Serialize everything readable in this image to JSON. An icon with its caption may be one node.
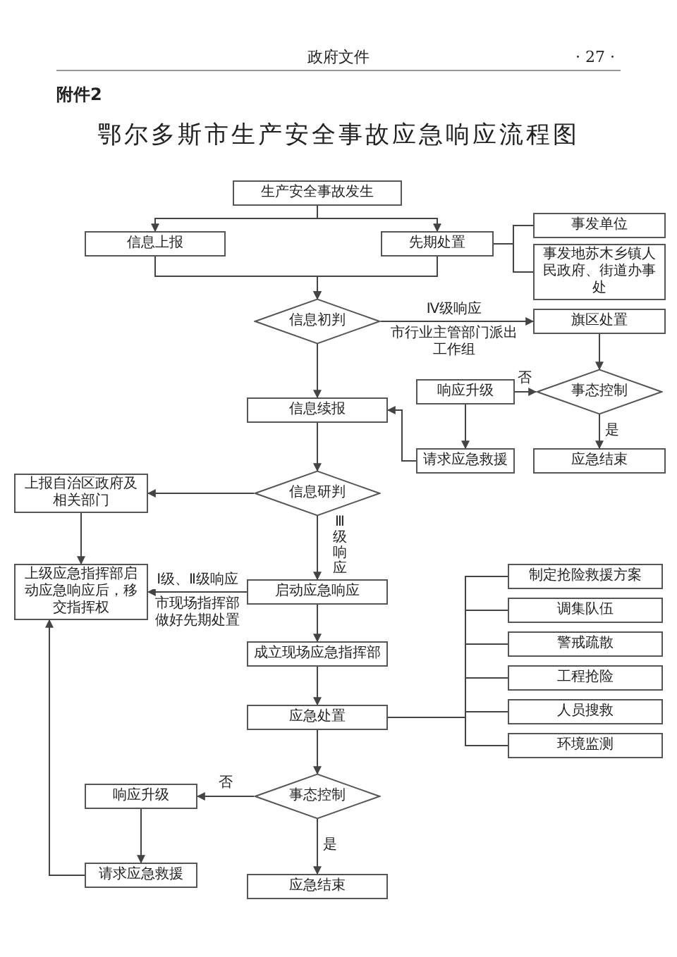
{
  "diagram": {
    "title": "鄂尔多斯市生产安全事故应急响应流程图",
    "nodes": [
      {
        "text": [
          "生产安全事故发生"
        ]
      },
      {
        "text": [
          "信息上报"
        ]
      },
      {
        "text": [
          "先期处置"
        ]
      },
      {
        "text": [
          "事发单位"
        ]
      },
      {
        "text": [
          "事发地苏木乡镇人民政府、街道办事处"
        ]
      },
      {
        "text": [
          "信息初判"
        ]
      },
      {
        "text": [
          "旗区处置"
        ]
      },
      {
        "text": [
          "响应升级"
        ]
      },
      {
        "text": [
          "事态控制"
        ]
      },
      {
        "text": [
          "信息续报"
        ]
      },
      {
        "text": [
          "请求应急救援"
        ]
      },
      {
        "text": [
          "应急结束"
        ]
      },
      {
        "text": [
          "上报自治区政府及相关部门"
        ]
      },
      {
        "text": [
          "信息研判"
        ]
      },
      {
        "text": [
          "上级应急指挥部启动应急响应后，移交指挥权"
        ]
      },
      {
        "text": [
          "启动应急响应"
        ]
      },
      {
        "text": [
          "成立现场应急指挥部"
        ]
      },
      {
        "text": [
          "制定抢险救援方案"
        ]
      },
      {
        "text": [
          "调集队伍"
        ]
      },
      {
        "text": [
          "警戒疏散"
        ]
      },
      {
        "text": [
          "工程抢险"
        ]
      },
      {
        "text": [
          "人员搜救"
        ]
      },
      {
        "text": [
          "环境监测"
        ]
      },
      {
        "text": [
          "应急处置"
        ]
      },
      {
        "text": [
          "事态控制"
        ]
      },
      {
        "text": [
          "响应升级"
        ]
      },
      {
        "text": [
          "请求应急救援"
        ]
      },
      {
        "text": [
          "应急结束"
        ]
      }
    ],
    "edges": [
      {
        "from": 0,
        "to": 1,
        "arrow": "to"
      },
      {
        "from": 0,
        "to": 2,
        "arrow": "to"
      },
      {
        "from": 2,
        "to": 3,
        "arrow": "none"
      },
      {
        "from": 2,
        "to": 4,
        "arrow": "none"
      },
      {
        "from": 1,
        "to": 5,
        "arrow": "to"
      },
      {
        "from": 2,
        "to": 5,
        "arrow": "to"
      },
      {
        "from": 5,
        "to": 6,
        "arrow": "to",
        "label": "Ⅳ级响应"
      },
      {
        "from": 6,
        "to": 8,
        "arrow": "to"
      },
      {
        "from": 7,
        "to": 8,
        "arrow": "to",
        "label": "否"
      },
      {
        "from": 8,
        "to": 11,
        "arrow": "to",
        "label": "是"
      },
      {
        "from": 7,
        "to": 10,
        "arrow": "to"
      },
      {
        "from": 10,
        "to": 9,
        "arrow": "to"
      },
      {
        "from": 5,
        "to": 9,
        "arrow": "to"
      },
      {
        "from": 9,
        "to": 13,
        "arrow": "to"
      },
      {
        "from": 13,
        "to": 12,
        "arrow": "to"
      },
      {
        "from": 13,
        "to": 15,
        "arrow": "to",
        "label": "Ⅲ级响应"
      },
      {
        "from": 12,
        "to": 14,
        "arrow": "to"
      },
      {
        "from": 15,
        "to": 14,
        "arrow": "to",
        "label": "Ⅰ级、Ⅱ级响应"
      },
      {
        "from": 15,
        "to": 16,
        "arrow": "to"
      },
      {
        "from": 16,
        "to": 23,
        "arrow": "to"
      },
      {
        "from": 23,
        "to": 17,
        "arrow": "none"
      },
      {
        "from": 23,
        "to": 18,
        "arrow": "none"
      },
      {
        "from": 23,
        "to": 19,
        "arrow": "none"
      },
      {
        "from": 23,
        "to": 20,
        "arrow": "none"
      },
      {
        "from": 23,
        "to": 21,
        "arrow": "none"
      },
      {
        "from": 23,
        "to": 22,
        "arrow": "none"
      },
      {
        "from": 23,
        "to": 24,
        "arrow": "to"
      },
      {
        "from": 24,
        "to": 25,
        "arrow": "to",
        "label": "否"
      },
      {
        "from": 24,
        "to": 27,
        "arrow": "to",
        "label": "是"
      },
      {
        "from": 25,
        "to": 26,
        "arrow": "to"
      },
      {
        "from": 26,
        "to": 14,
        "arrow": "to"
      }
    ],
    "labels": [
      "政府文件",
      "· 27 ·",
      "附件2",
      "市行业主管部门派出工作组",
      "市现场指挥部做好先期处置"
    ]
  }
}
